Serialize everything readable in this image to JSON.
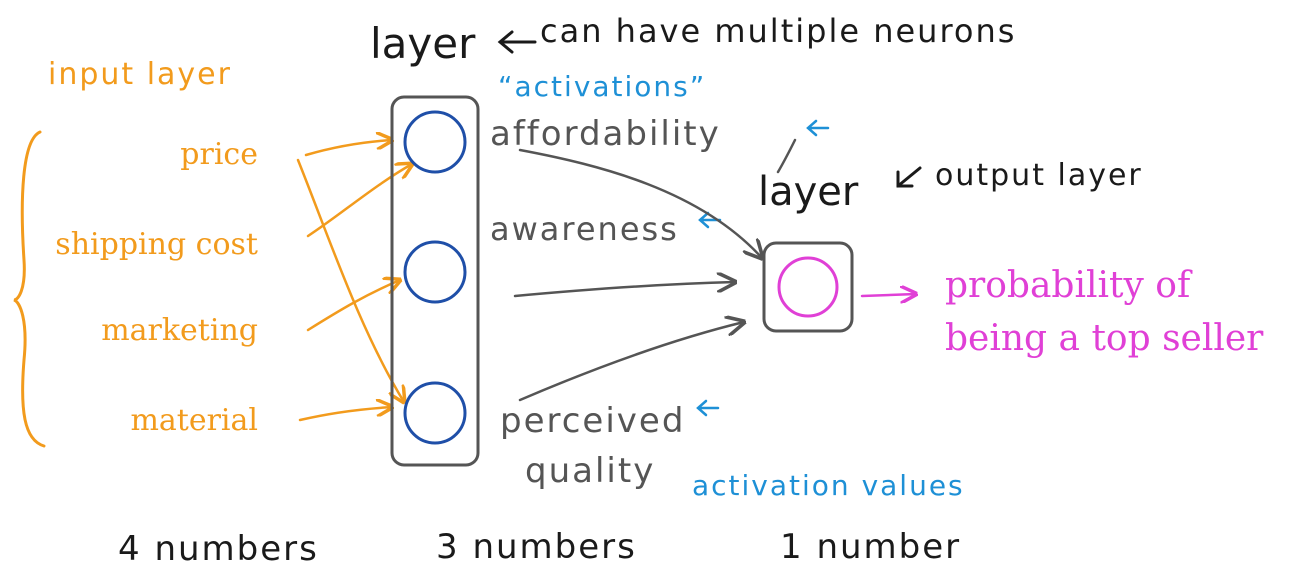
{
  "colors": {
    "ink": "#1a1a1a",
    "gray": "#555555",
    "orange": "#f29b1d",
    "blue": "#1e90d6",
    "neuron_blue": "#1f4fa8",
    "magenta": "#e040d6"
  },
  "labels": {
    "input_layer": "input layer",
    "hidden_layer": "layer",
    "hidden_layer_note": "can have multiple neurons",
    "activations_quote": "“activations”",
    "output_layer": "layer",
    "output_layer_note": "output layer",
    "activation_values": "activation values"
  },
  "inputs": [
    "price",
    "shipping cost",
    "marketing",
    "material"
  ],
  "hidden_features": {
    "affordability": "affordability",
    "awareness": "awareness",
    "perceived_line1": "perceived",
    "perceived_line2": "quality"
  },
  "output_text": {
    "line1": "probability of",
    "line2": "being a top seller"
  },
  "counts": {
    "input": "4 numbers",
    "hidden": "3 numbers",
    "output": "1 number"
  },
  "icons": {
    "arrow_left": "arrow-left-icon",
    "arrow_right": "arrow-right-icon",
    "brace": "curly-brace-icon"
  }
}
